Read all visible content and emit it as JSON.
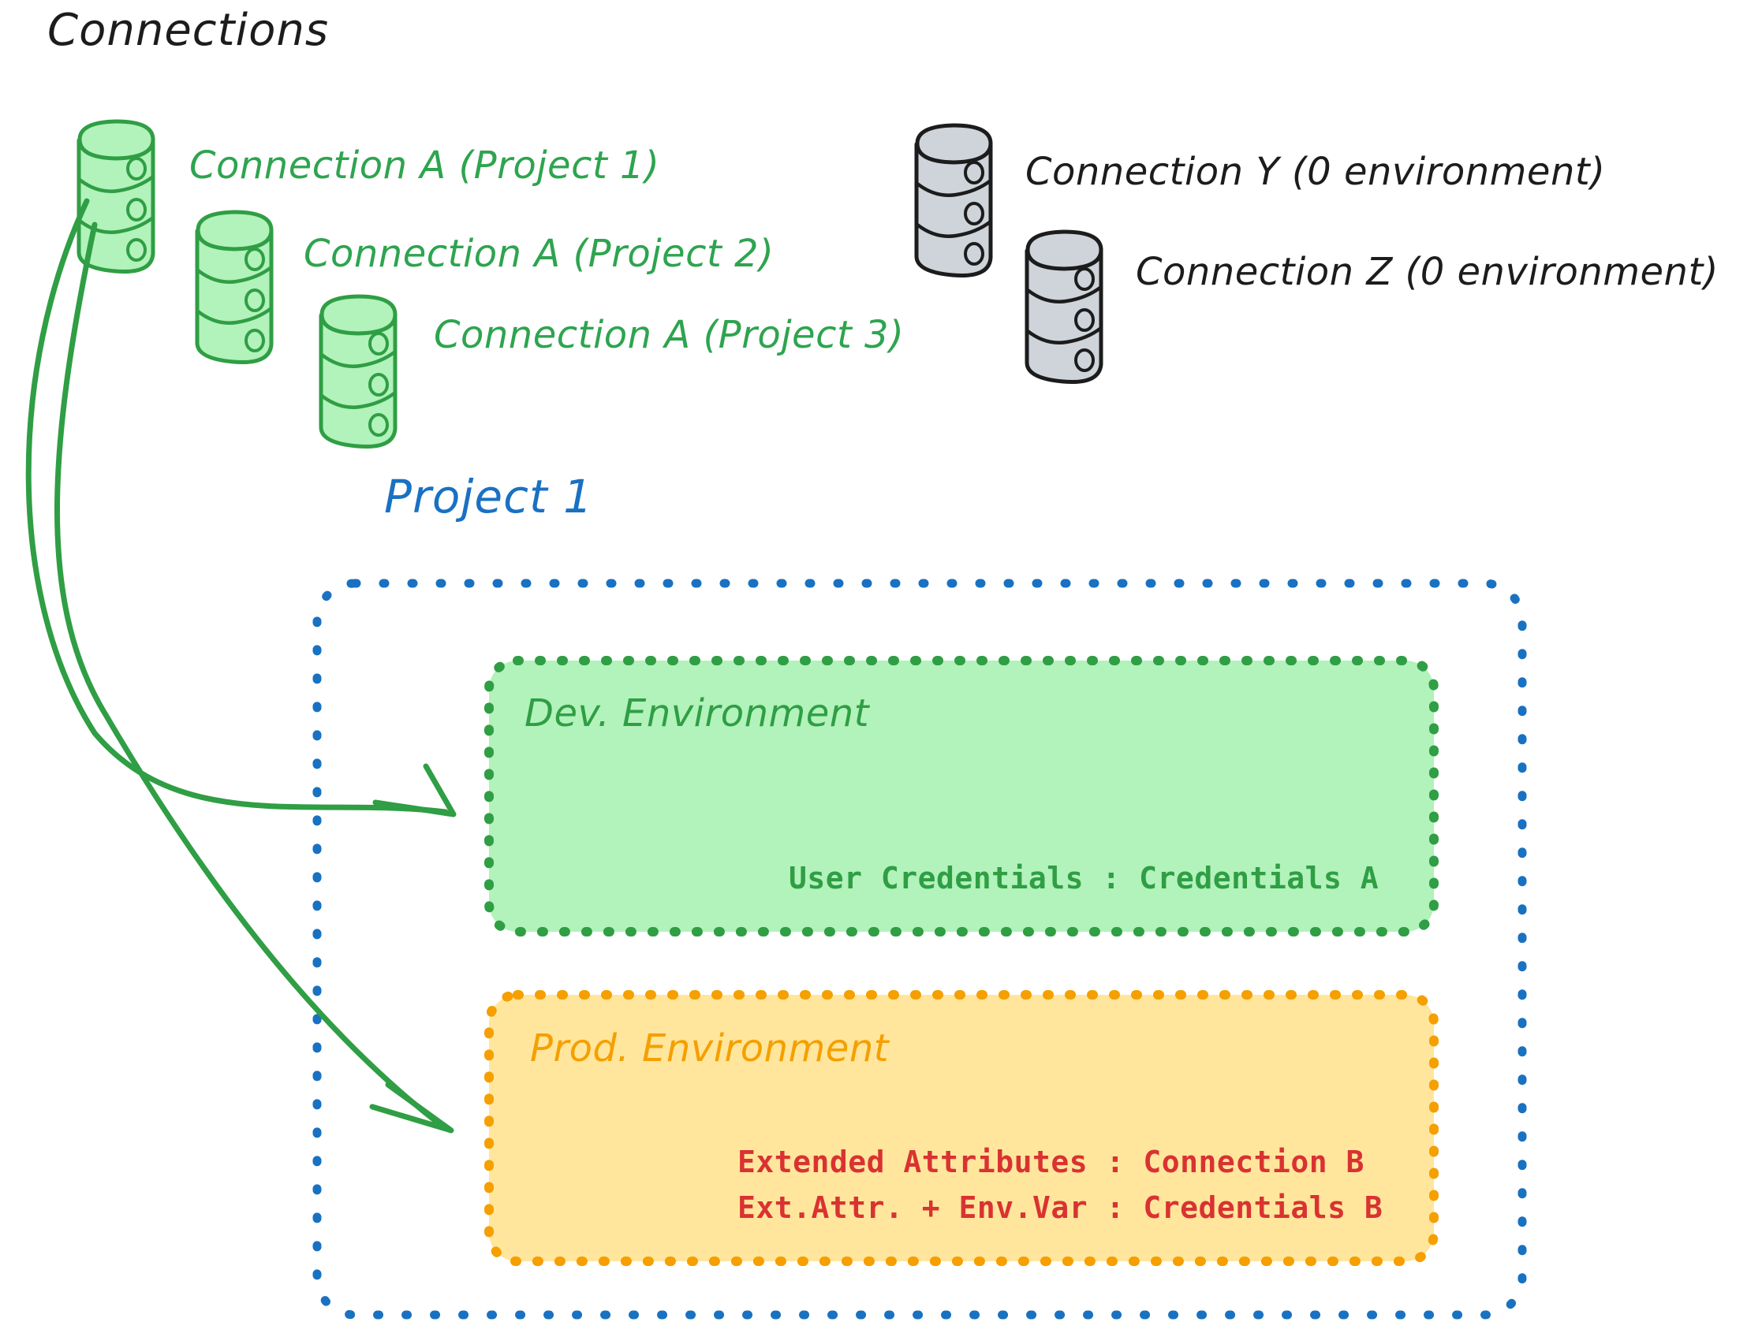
{
  "diagram": {
    "title": "Connections",
    "connections_green": [
      {
        "label": "Connection A (Project 1)",
        "icon": "database-icon",
        "color": "#2ea44f"
      },
      {
        "label": "Connection A (Project 2)",
        "icon": "database-icon",
        "color": "#2ea44f"
      },
      {
        "label": "Connection A (Project 3)",
        "icon": "database-icon",
        "color": "#2ea44f"
      }
    ],
    "connections_gray": [
      {
        "label": "Connection Y (0 environment)",
        "icon": "database-icon",
        "color": "#1c1c1c"
      },
      {
        "label": "Connection Z (0 environment)",
        "icon": "database-icon",
        "color": "#1c1c1c"
      }
    ],
    "project": {
      "title": "Project 1",
      "border_color": "#1971c2",
      "environments": [
        {
          "name": "Dev. Environment",
          "fill": "#b2f2bb",
          "border_color": "#2f9e44",
          "text_color": "#2f9e44",
          "rows": [
            {
              "text": "User Credentials : Credentials A",
              "color": "#2f9e44"
            }
          ]
        },
        {
          "name": "Prod. Environment",
          "fill": "#ffe69c",
          "border_color": "#f59f00",
          "text_color": "#f59f00",
          "rows": [
            {
              "text": "Extended Attributes : Connection B",
              "color": "#d93232"
            },
            {
              "text": "Ext.Attr. + Env.Var : Credentials B",
              "color": "#d93232"
            }
          ]
        }
      ]
    },
    "arrows": [
      {
        "name": "arrow-connection-a-to-dev",
        "color": "#2f9e44"
      },
      {
        "name": "arrow-connection-a-to-prod",
        "color": "#2f9e44"
      }
    ],
    "colors": {
      "green_stroke": "#2f9e44",
      "green_fill": "#b2f2bb",
      "gray_stroke": "#1c1c1c",
      "gray_fill": "#ced4da",
      "blue": "#1971c2",
      "orange": "#f59f00",
      "yellow_fill": "#ffe69c",
      "red": "#d93232"
    }
  }
}
